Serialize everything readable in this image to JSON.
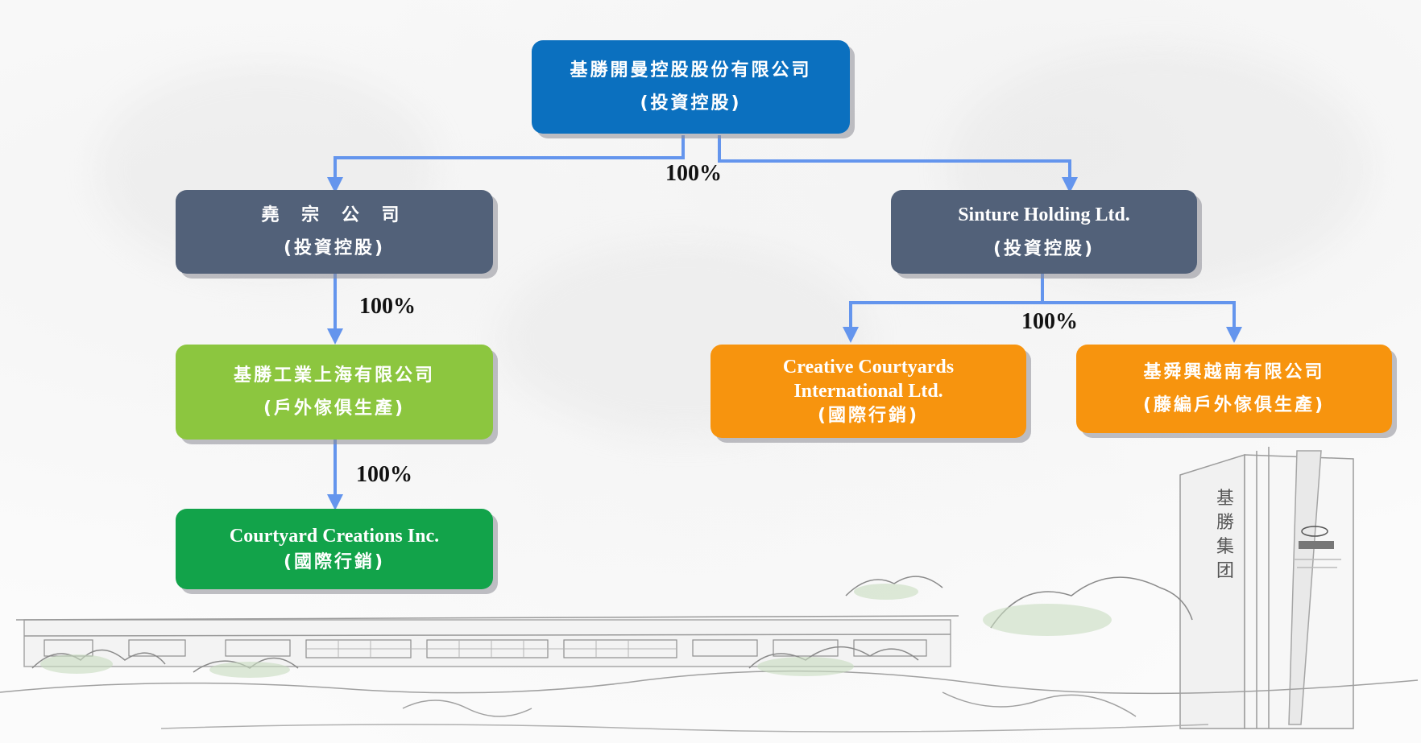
{
  "colors": {
    "root": "#0b70bf",
    "holding": "#526179",
    "manufacturing": "#8cc63f",
    "marketing": "#12a34a",
    "subsidiary": "#f7940e",
    "connector": "#6495ed"
  },
  "nodes": {
    "root": {
      "line1": "基勝開曼控股股份有限公司",
      "line2": "(投資控股)"
    },
    "yaozong": {
      "line1": "堯 宗 公 司",
      "line2": "(投資控股)"
    },
    "sinture": {
      "line1": "Sinture Holding Ltd.",
      "line2": "(投資控股)"
    },
    "shanghai": {
      "line1": "基勝工業上海有限公司",
      "line2": "(戶外傢俱生產)"
    },
    "courtyard": {
      "line1": "Courtyard Creations Inc.",
      "line2": "(國際行銷)"
    },
    "creative": {
      "line1": "Creative Courtyards",
      "line1b": "International Ltd.",
      "line2": "(國際行銷)"
    },
    "vietnam": {
      "line1": "基舜興越南有限公司",
      "line2": "(藤編戶外傢俱生產)"
    }
  },
  "ownership": {
    "root_children": "100%",
    "yaozong_to_shanghai": "100%",
    "sinture_children": "100%",
    "shanghai_to_courtyard": "100%"
  },
  "signage": {
    "tower_text": "基 勝 集 团"
  }
}
